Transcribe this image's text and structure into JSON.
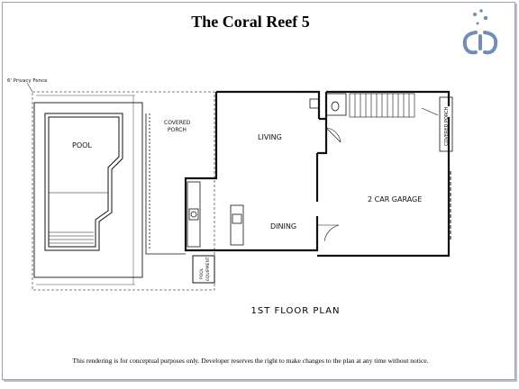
{
  "title": "The Coral Reef 5",
  "plan_title": "1ST FLOOR PLAN",
  "disclaimer": "This rendering is for conceptual purposes only.  Developer reserves the right to make changes to the plan at any time without notice.",
  "rooms": {
    "privacy_fence": "6' Privacy Fence",
    "pool": "POOL",
    "covered_porch_line1": "COVERED",
    "covered_porch_line2": "PORCH",
    "living": "LIVING",
    "dining": "DINING",
    "garage": "2 CAR GARAGE",
    "pool_equipment_line1": "POOL",
    "pool_equipment_line2": "EQUIPMENT",
    "covered_porch_side": "COVERED PORCH"
  },
  "colors": {
    "logo": "#6f8fb8",
    "wall": "#111111",
    "frame": "#9aa3ad"
  }
}
